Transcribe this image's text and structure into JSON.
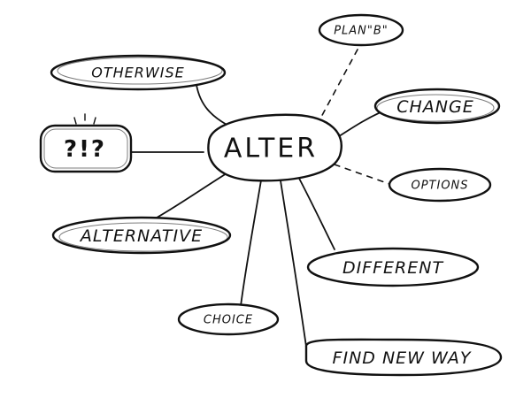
{
  "diagram": {
    "center": {
      "label": "ALTER"
    },
    "branches": [
      {
        "id": "plan-b",
        "label": "PLAN\"B\""
      },
      {
        "id": "otherwise",
        "label": "OTHERWISE"
      },
      {
        "id": "change",
        "label": "CHANGE"
      },
      {
        "id": "question",
        "label": "?!?"
      },
      {
        "id": "options",
        "label": "OPTIONS"
      },
      {
        "id": "alternative",
        "label": "ALTERNATIVE"
      },
      {
        "id": "different",
        "label": "DIFFERENT"
      },
      {
        "id": "choice",
        "label": "CHOICE"
      },
      {
        "id": "find-new-way",
        "label": "FIND NEW WAY"
      }
    ]
  },
  "colors": {
    "ink": "#111111",
    "paper": "#ffffff"
  }
}
